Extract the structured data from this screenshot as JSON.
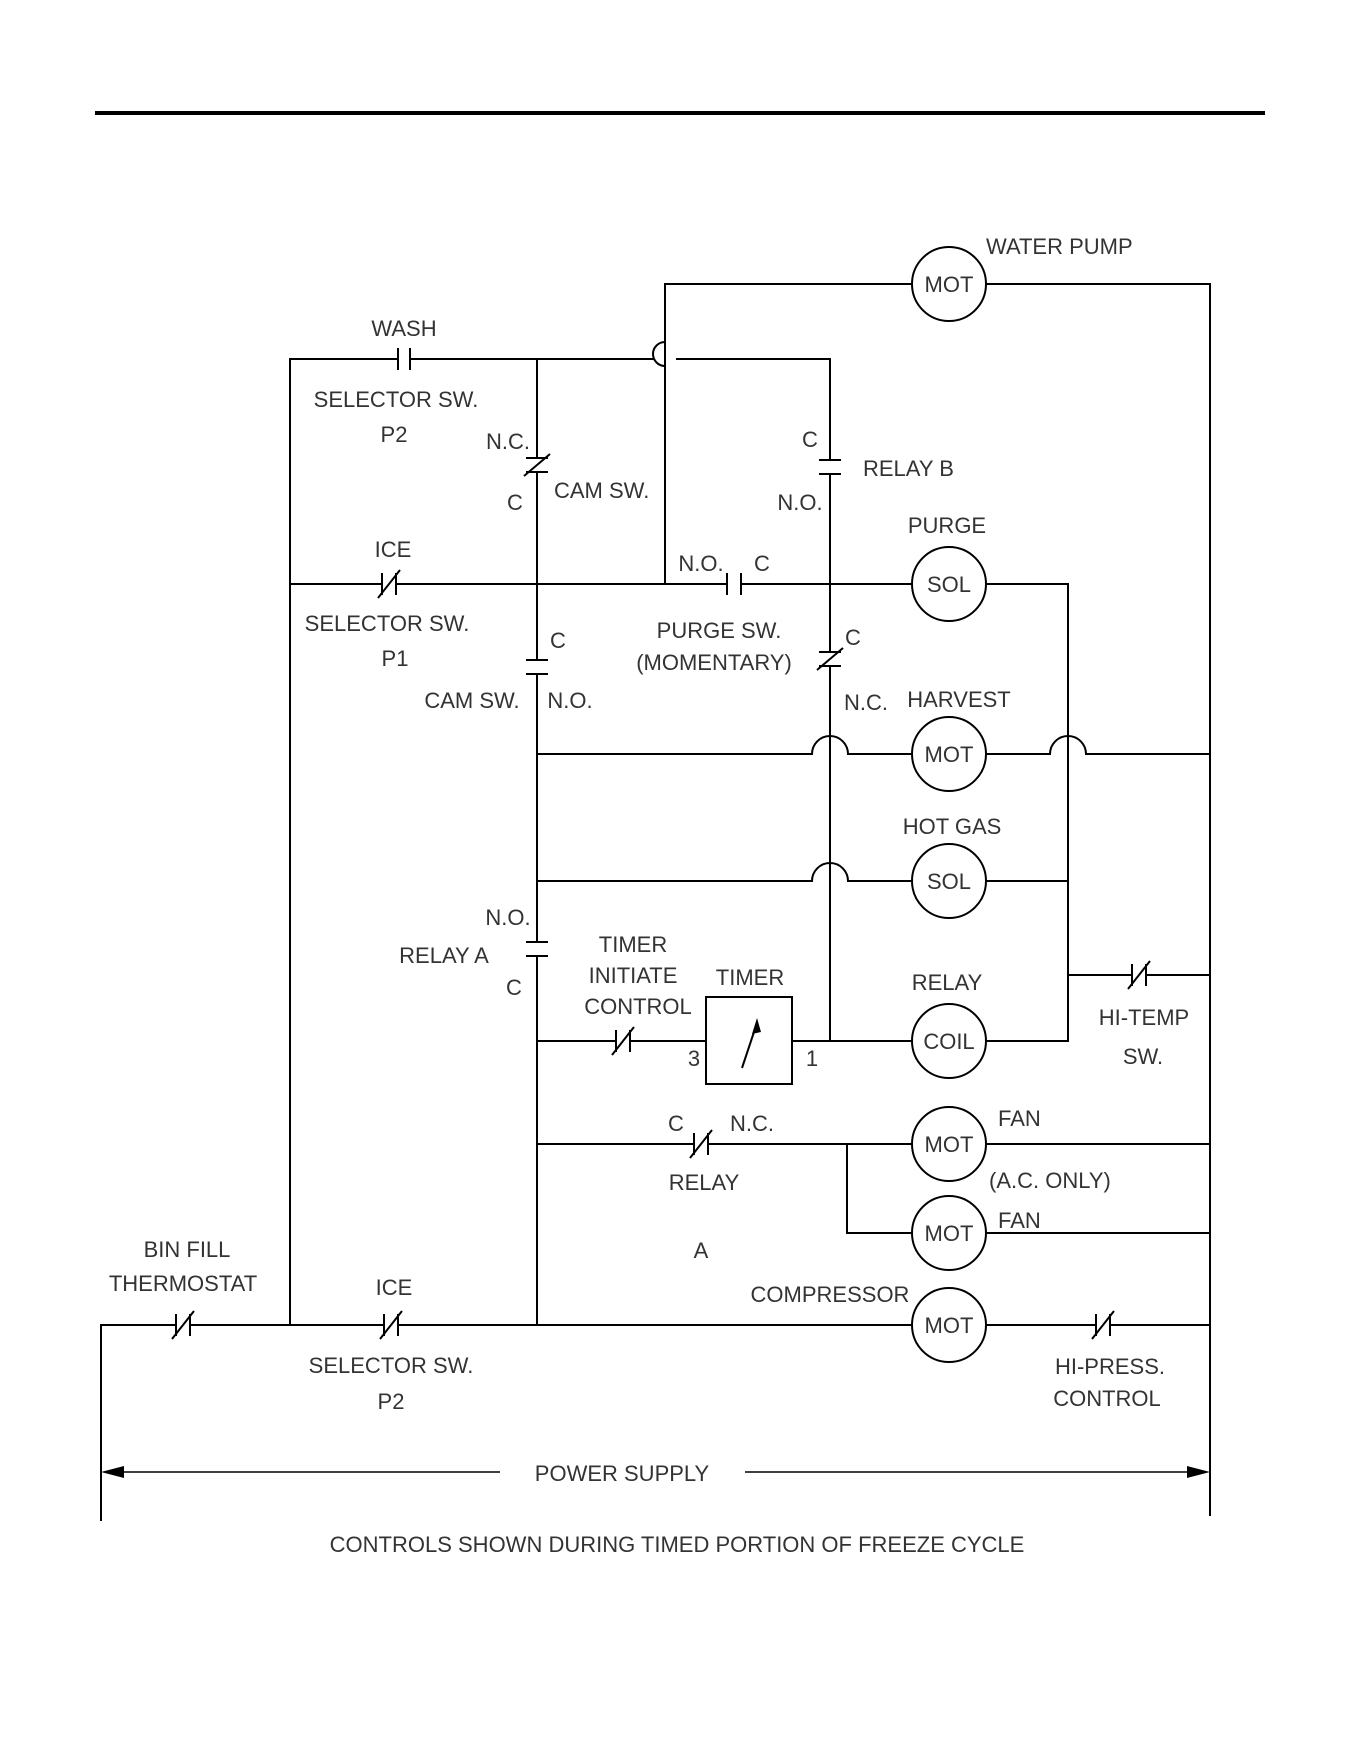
{
  "components": {
    "water_pump": {
      "name": "WATER PUMP",
      "symbol": "MOT"
    },
    "purge": {
      "name": "PURGE",
      "symbol": "SOL"
    },
    "harvest": {
      "name": "HARVEST",
      "symbol": "MOT"
    },
    "hot_gas": {
      "name": "HOT GAS",
      "symbol": "SOL"
    },
    "relay": {
      "name": "RELAY",
      "symbol": "COIL"
    },
    "timer": {
      "name": "TIMER",
      "pin_left": "3",
      "pin_right": "1"
    },
    "fan1": {
      "name": "FAN",
      "note": "(A.C. ONLY)",
      "symbol": "MOT"
    },
    "fan2": {
      "name": "FAN",
      "symbol": "MOT"
    },
    "compressor": {
      "name": "COMPRESSOR",
      "symbol": "MOT"
    }
  },
  "switches": {
    "wash": {
      "top": "WASH",
      "line1": "SELECTOR SW.",
      "line2": "P2"
    },
    "ice_p1": {
      "top": "ICE",
      "line1": "SELECTOR SW.",
      "line2": "P1"
    },
    "ice_p2": {
      "top": "ICE",
      "line1": "SELECTOR SW.",
      "line2": "P2"
    },
    "bin_fill": {
      "line1": "BIN FILL",
      "line2": "THERMOSTAT"
    },
    "cam_top": {
      "nc": "N.C.",
      "c": "C",
      "name": "CAM SW."
    },
    "cam_bottom": {
      "c": "C",
      "name": "CAM SW.",
      "no": "N.O."
    },
    "relay_b": {
      "c": "C",
      "name": "RELAY B",
      "no": "N.O."
    },
    "purge_sw": {
      "no": "N.O.",
      "c": "C",
      "line1": "PURGE SW.",
      "line2": "(MOMENTARY)"
    },
    "relay_b_nc": {
      "c": "C",
      "nc": "N.C."
    },
    "relay_a": {
      "no": "N.O.",
      "name": "RELAY A",
      "c": "C"
    },
    "timer_initiate": {
      "line1": "TIMER",
      "line2": "INITIATE",
      "line3": "CONTROL"
    },
    "fan_relay": {
      "c": "C",
      "nc": "N.C.",
      "name": "RELAY",
      "sub": "A"
    },
    "hi_temp": {
      "line1": "HI-TEMP",
      "line2": "SW."
    },
    "hi_press": {
      "line1": "HI-PRESS.",
      "line2": "CONTROL"
    }
  },
  "power_supply": "POWER SUPPLY",
  "caption": "CONTROLS SHOWN DURING TIMED PORTION OF FREEZE CYCLE"
}
